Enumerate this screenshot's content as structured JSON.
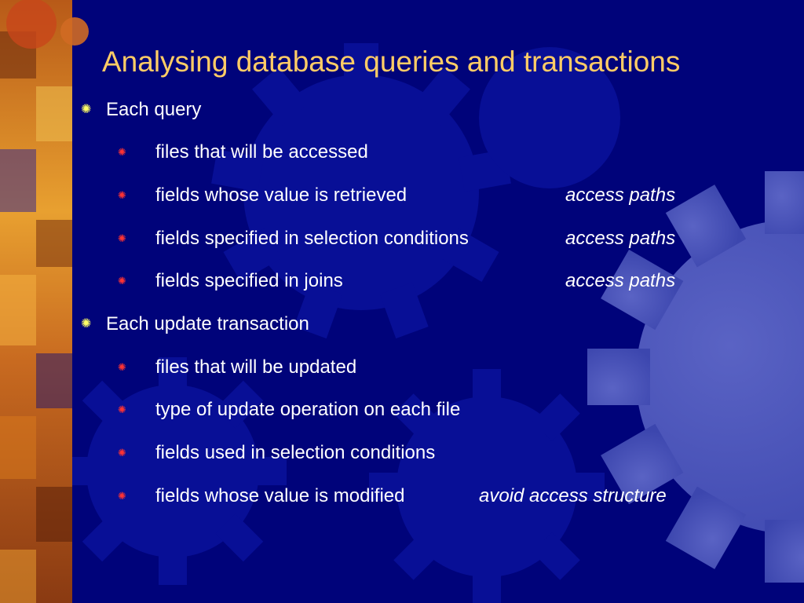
{
  "slide": {
    "title": "Analysing database queries and transactions",
    "bullets": {
      "level1_glyph": "✺",
      "level2_glyph": "✺"
    },
    "items": [
      {
        "level": 1,
        "text": "Each query",
        "note": ""
      },
      {
        "level": 2,
        "text": "files that will be accessed",
        "note": ""
      },
      {
        "level": 2,
        "text": "fields whose value is retrieved",
        "note": "access paths"
      },
      {
        "level": 2,
        "text": "fields specified in selection conditions",
        "note": "access paths"
      },
      {
        "level": 2,
        "text": "fields specified in joins",
        "note": "access paths"
      },
      {
        "level": 1,
        "text": "Each update transaction",
        "note": ""
      },
      {
        "level": 2,
        "text": "files that will be updated",
        "note": ""
      },
      {
        "level": 2,
        "text": "type of update operation on each file",
        "note": ""
      },
      {
        "level": 2,
        "text": "fields used in selection conditions",
        "note": ""
      },
      {
        "level": 2,
        "text": "fields whose value is modified",
        "note": "avoid access structure"
      }
    ]
  },
  "colors": {
    "background": "#00037a",
    "title": "#ffcc66",
    "body_text": "#ffffff",
    "level1_bullet": "#ffff66",
    "level2_bullet": "#ff3333"
  }
}
